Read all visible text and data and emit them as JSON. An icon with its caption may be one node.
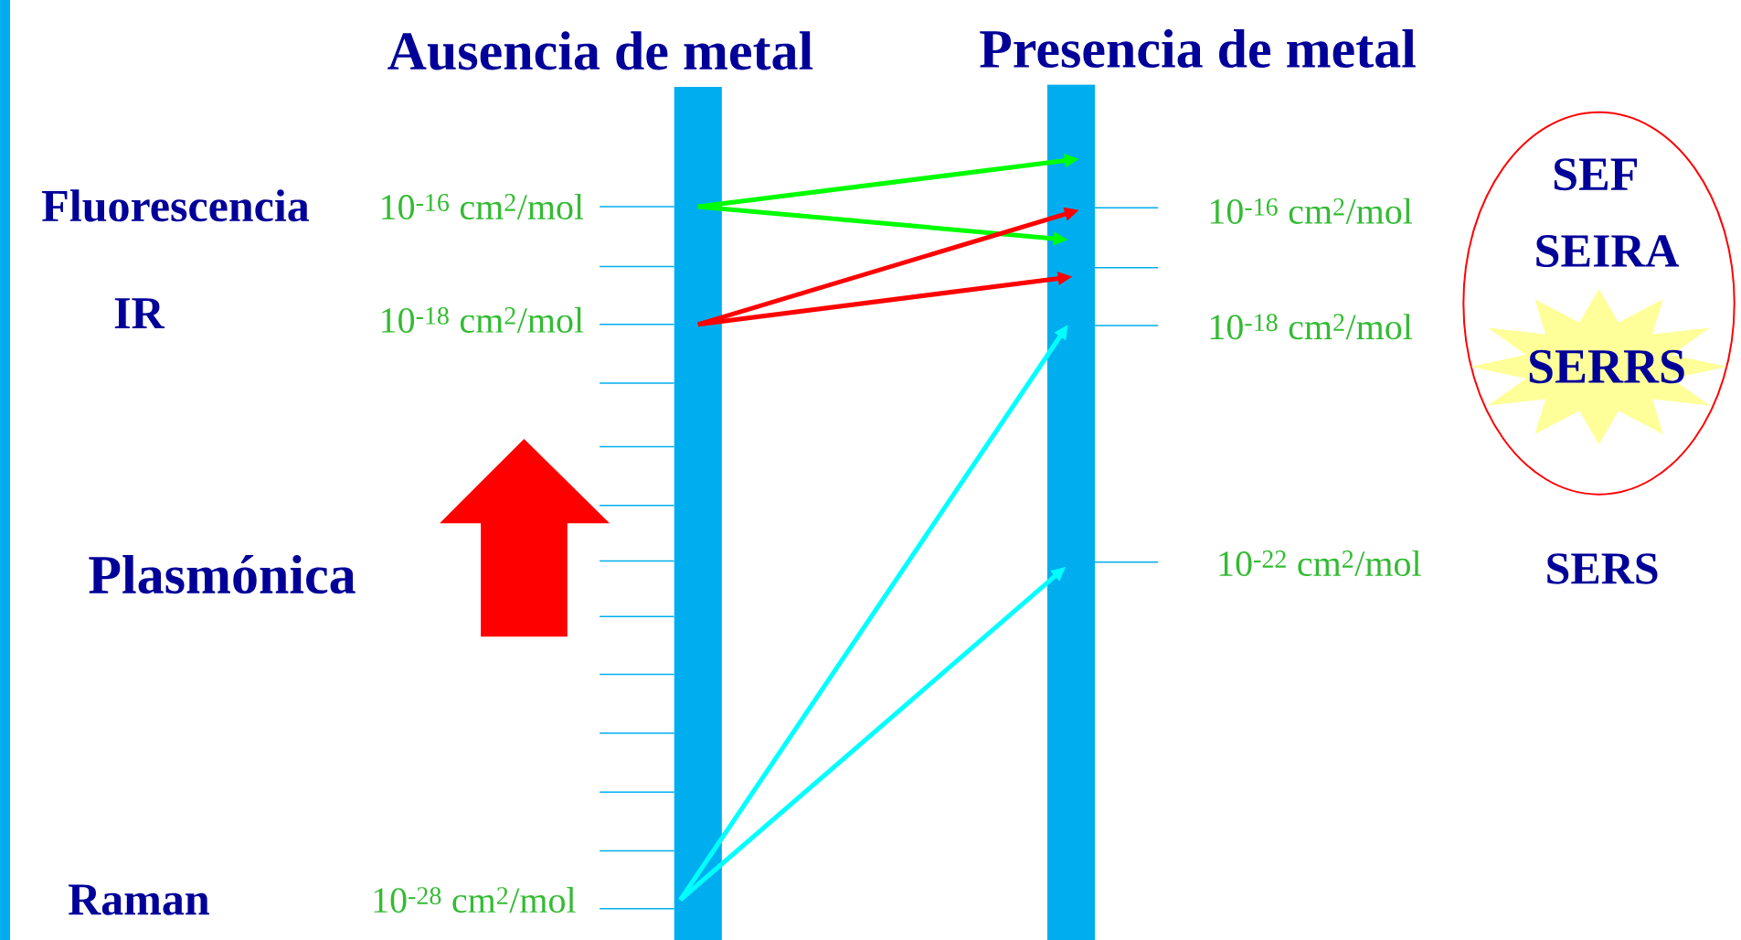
{
  "diagram": {
    "nodes": [
      {
        "text": [],
        "shape": "bar",
        "beside": [
          "Ausencia de metal"
        ]
      },
      {
        "text": [],
        "shape": "bar",
        "beside": [
          "Presencia de metal"
        ]
      },
      {
        "text": [
          "SEF",
          "SEIRA"
        ]
      },
      {
        "text": [
          "SERRS"
        ],
        "in": 2
      }
    ],
    "edges": [
      {
        "from": 0,
        "to": 1,
        "arrow": "to",
        "color": "#00ff00"
      },
      {
        "from": 0,
        "to": 1,
        "arrow": "to",
        "color": "#00ff00"
      },
      {
        "from": 0,
        "to": 1,
        "arrow": "to",
        "color": "#ff0000"
      },
      {
        "from": 0,
        "to": 1,
        "arrow": "to",
        "color": "#ff0000"
      },
      {
        "from": 0,
        "to": 1,
        "arrow": "to",
        "color": "#00ffff"
      },
      {
        "from": 0,
        "to": 1,
        "arrow": "to",
        "color": "#00ffff"
      }
    ],
    "labels": [
      "Fluorescencia",
      "10$^{-16}$ cm$^{2}$/mol",
      "10$^{-16}$ cm$^{2}$/mol",
      "IR",
      "10$^{-18}$ cm$^{2}$/mol",
      "10$^{-18}$ cm$^{2}$/mol",
      "Plasmónica",
      "10$^{-22}$ cm$^{2}$/mol",
      "SERS",
      "Raman",
      "10$^{-28}$ cm$^{2}$/mol"
    ]
  }
}
